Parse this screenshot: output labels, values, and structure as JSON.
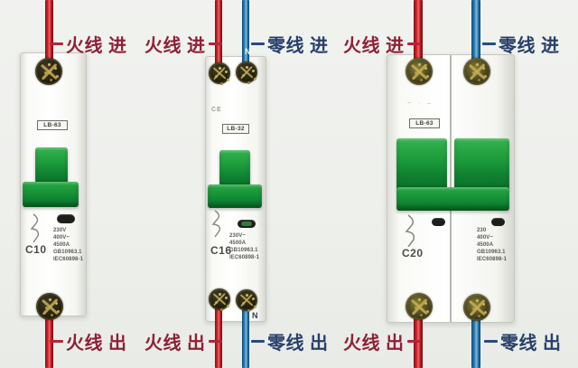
{
  "scene": {
    "background": "#eef0ec"
  },
  "colors": {
    "live_wire": "#c5202c",
    "neutral_wire": "#2b7bb5",
    "live_label_text": "#8e2136",
    "neutral_label_text": "#28406b",
    "handle_green": "#169238"
  },
  "wiring_labels": {
    "top": [
      {
        "text": "火线 进",
        "type": "live"
      },
      {
        "text": "火线 进",
        "type": "live"
      },
      {
        "text": "零线 进",
        "type": "neutral"
      },
      {
        "text": "火线 进",
        "type": "live"
      },
      {
        "text": "零线 进",
        "type": "neutral"
      }
    ],
    "bottom": [
      {
        "text": "火线 出",
        "type": "live"
      },
      {
        "text": "火线 出",
        "type": "live"
      },
      {
        "text": "零线 出",
        "type": "neutral"
      },
      {
        "text": "火线 出",
        "type": "live"
      },
      {
        "text": "零线 出",
        "type": "neutral"
      }
    ]
  },
  "breakers": [
    {
      "poles": "1P",
      "model": "LB-63",
      "rating": "C10",
      "specs": "230V\n400V~\n4500A\nGB10963.1\nIEC60898-1"
    },
    {
      "poles": "1P+N",
      "model": "LB-32",
      "rating": "C16",
      "specs": "230V~\n4500A\nGB10963.1\nIEC60898-1",
      "neutral_mark_top": "N",
      "neutral_mark_bottom": "N",
      "ce_mark": "CE"
    },
    {
      "poles": "2P",
      "model": "LB-63",
      "rating": "C20",
      "specs": "230\n400V~\n4500A\nGB10963.1\nIEC60898-1"
    }
  ]
}
